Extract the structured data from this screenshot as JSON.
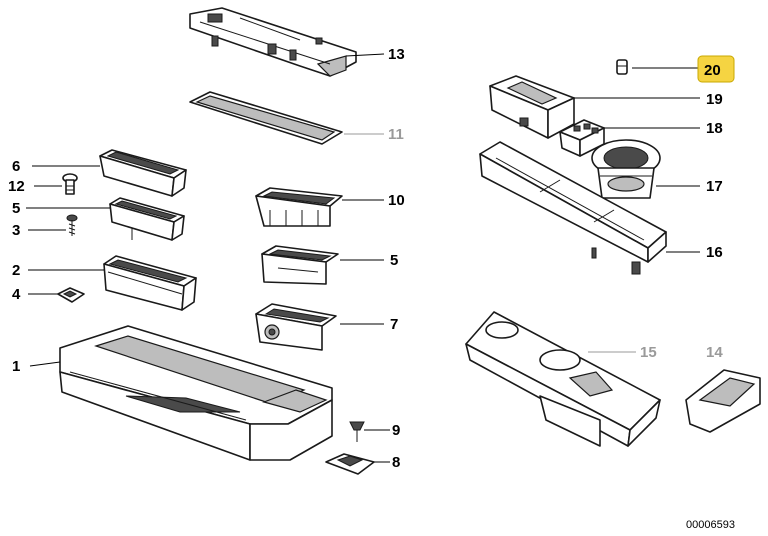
{
  "diagram": {
    "callouts": [
      {
        "id": "13",
        "label": "13",
        "state": "normal"
      },
      {
        "id": "20",
        "label": "20",
        "state": "highlighted"
      },
      {
        "id": "19",
        "label": "19",
        "state": "normal"
      },
      {
        "id": "11",
        "label": "11",
        "state": "dimmed"
      },
      {
        "id": "18",
        "label": "18",
        "state": "normal"
      },
      {
        "id": "6",
        "label": "6",
        "state": "normal"
      },
      {
        "id": "17",
        "label": "17",
        "state": "normal"
      },
      {
        "id": "12",
        "label": "12",
        "state": "normal"
      },
      {
        "id": "10",
        "label": "10",
        "state": "normal"
      },
      {
        "id": "5a",
        "label": "5",
        "state": "normal"
      },
      {
        "id": "3",
        "label": "3",
        "state": "normal"
      },
      {
        "id": "16",
        "label": "16",
        "state": "normal"
      },
      {
        "id": "2",
        "label": "2",
        "state": "normal"
      },
      {
        "id": "5b",
        "label": "5",
        "state": "normal"
      },
      {
        "id": "4",
        "label": "4",
        "state": "normal"
      },
      {
        "id": "7",
        "label": "7",
        "state": "normal"
      },
      {
        "id": "15",
        "label": "15",
        "state": "dimmed"
      },
      {
        "id": "14",
        "label": "14",
        "state": "dimmed"
      },
      {
        "id": "1",
        "label": "1",
        "state": "normal"
      },
      {
        "id": "9",
        "label": "9",
        "state": "normal"
      },
      {
        "id": "8",
        "label": "8",
        "state": "normal"
      }
    ],
    "document_number": "00006593",
    "colors": {
      "line": "#1a1a1a",
      "dimmed": "#9a9a9a",
      "highlight_fill": "#f5d442",
      "highlight_border": "#c9a800"
    }
  }
}
